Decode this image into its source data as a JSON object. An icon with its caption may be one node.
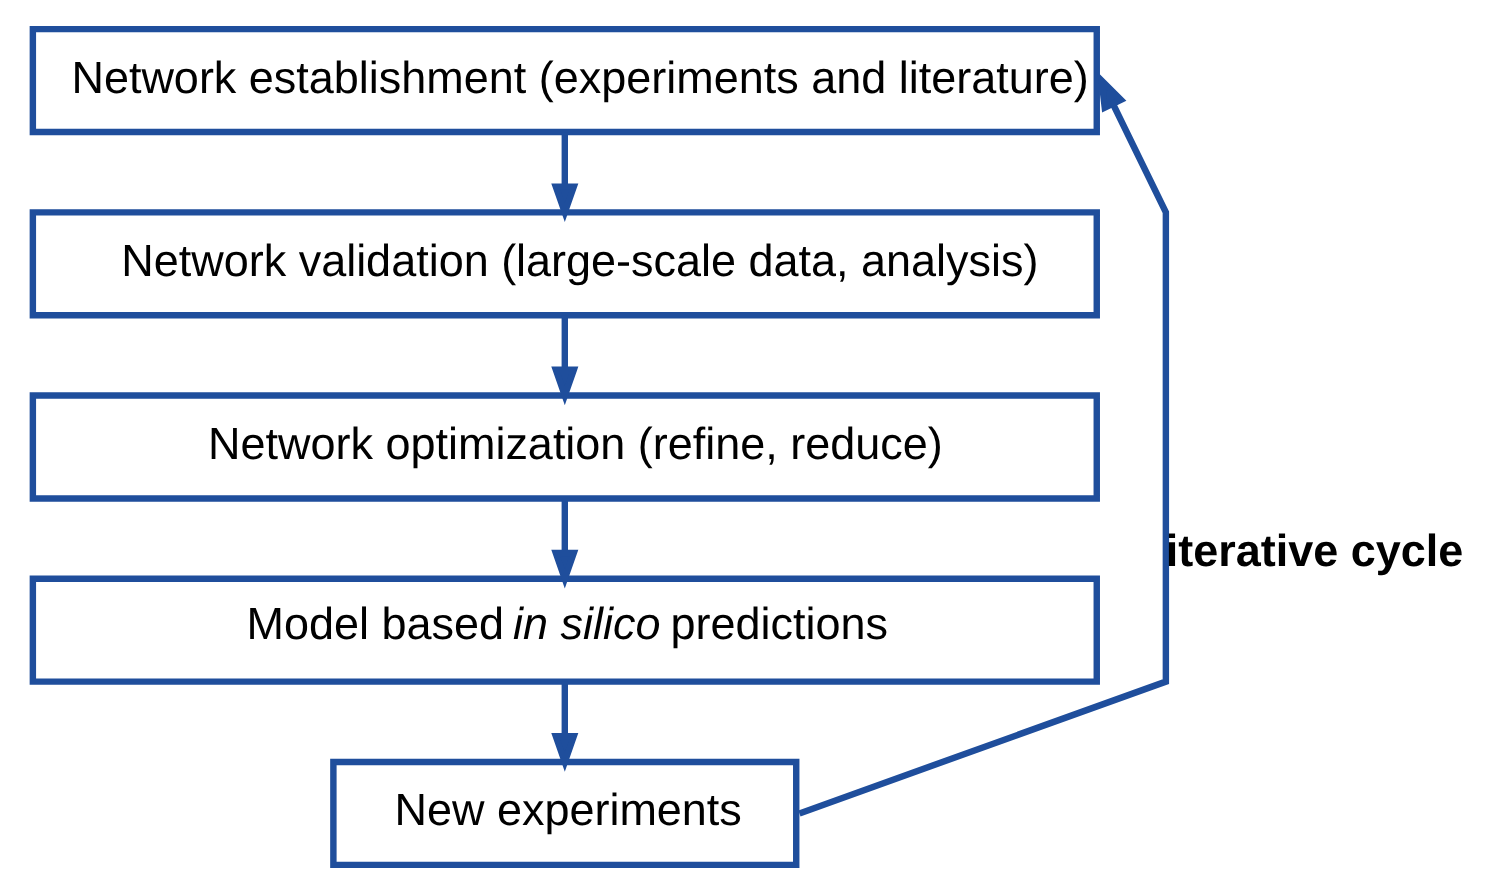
{
  "diagram": {
    "nodes": [
      {
        "text": [
          "Network establishment (experiments and literature)"
        ]
      },
      {
        "text": [
          "Network validation (large-scale data, analysis)"
        ]
      },
      {
        "text": [
          "Network optimization (refine, reduce)"
        ]
      },
      {
        "text": [
          "Model based *in silico* predictions"
        ]
      },
      {
        "text": [
          "New experiments"
        ]
      }
    ],
    "edges": [
      {
        "from": 0,
        "to": 1,
        "arrow": "to"
      },
      {
        "from": 1,
        "to": 2,
        "arrow": "to"
      },
      {
        "from": 2,
        "to": 3,
        "arrow": "to"
      },
      {
        "from": 3,
        "to": 4,
        "arrow": "to"
      },
      {
        "from": 4,
        "to": 0,
        "arrow": "to",
        "label": "iterative cycle"
      }
    ]
  }
}
